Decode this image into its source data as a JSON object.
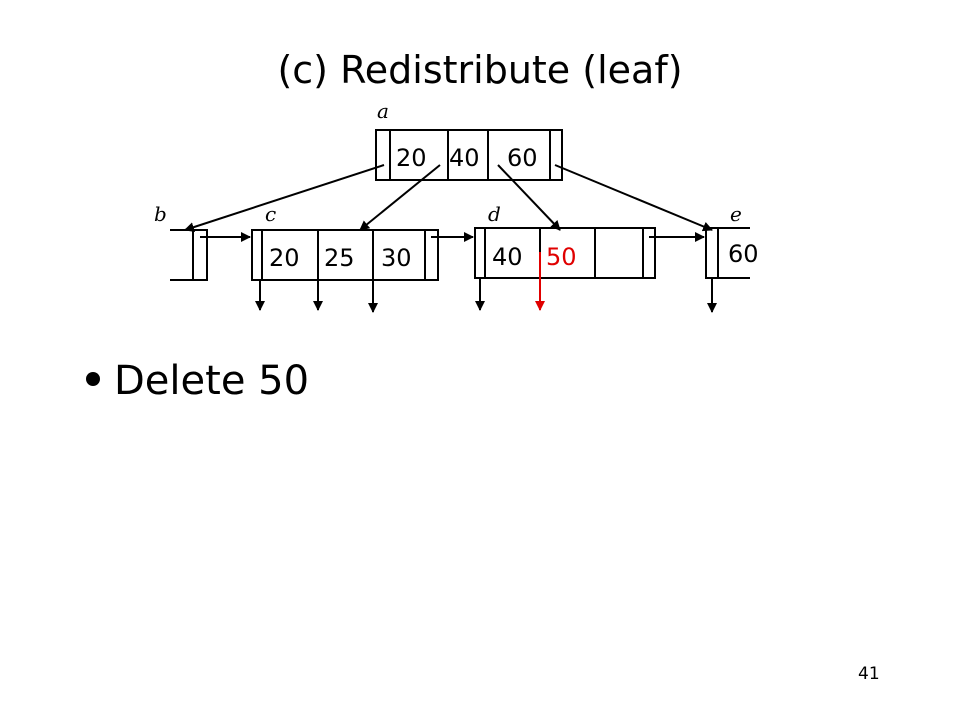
{
  "slide": {
    "title": "(c) Redistribute (leaf)",
    "bullet": "Delete 50",
    "page_number": "41"
  },
  "tree": {
    "nodes": {
      "a": {
        "label": "a",
        "keys": [
          "20",
          "40",
          "60"
        ]
      },
      "b": {
        "label": "b",
        "keys": []
      },
      "c": {
        "label": "c",
        "keys": [
          "20",
          "25",
          "30"
        ]
      },
      "d": {
        "label": "d",
        "keys": [
          "40",
          "50"
        ]
      },
      "e": {
        "label": "e",
        "keys": [
          "60"
        ]
      }
    },
    "highlight": {
      "key": "50",
      "color": "#e00000"
    },
    "colors": {
      "line": "#000000",
      "highlight": "#e00000"
    }
  }
}
